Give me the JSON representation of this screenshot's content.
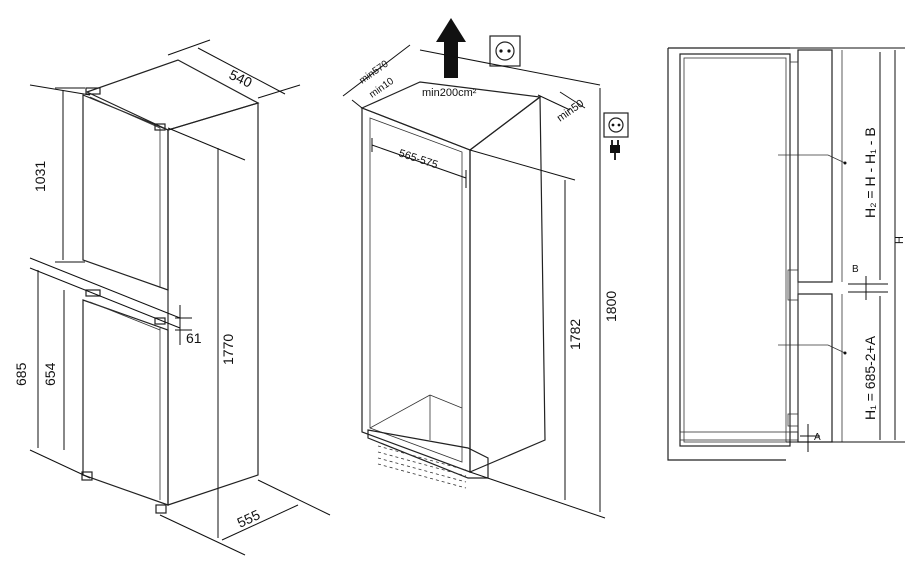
{
  "fridge_view": {
    "width_label": "540",
    "top_door_label": "1031",
    "gap_label": "61",
    "total_height_label": "1770",
    "bottom_outer_label": "685",
    "bottom_inner_label": "654",
    "depth_label": "555"
  },
  "niche_view": {
    "min_depth_label": "min570",
    "min_gap_label": "min10",
    "vent_area_label": "min200cm²",
    "min_rear_label": "min50",
    "width_range_label": "565-575",
    "niche_height_label": "1782",
    "overall_height_label": "1800"
  },
  "section_view": {
    "h2_formula": "H₂ = H - H₁ - B",
    "b_label": "B",
    "h_label": "H",
    "h1_formula": "H₁ = 685-2+A",
    "a_label": "A"
  }
}
